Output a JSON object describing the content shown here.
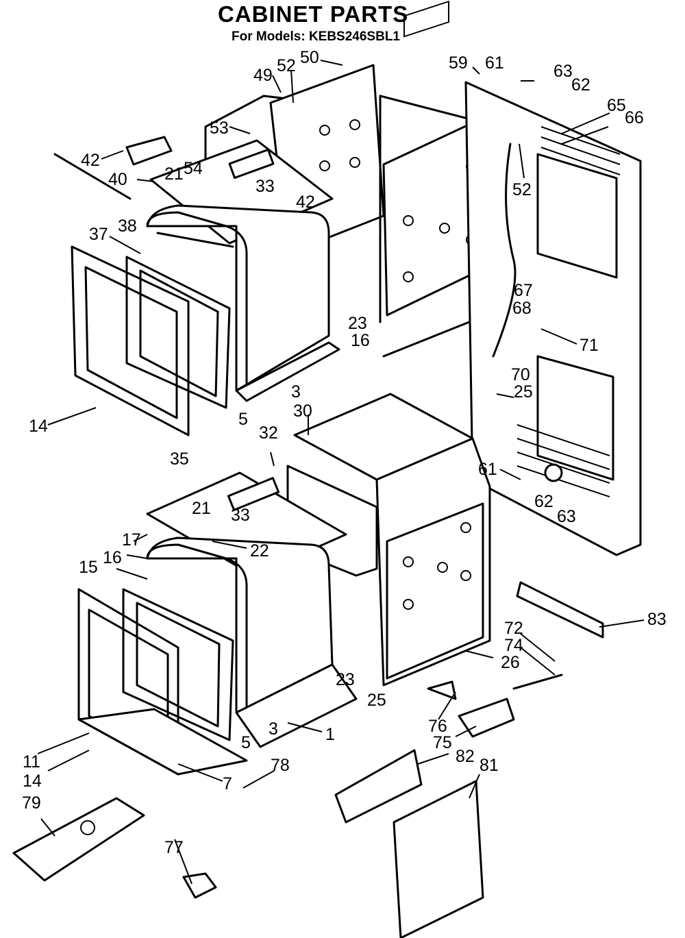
{
  "header": {
    "title": "CABINET PARTS",
    "subtitle": "For Models: KEBS246SBL1"
  },
  "labels": {
    "p1": "1",
    "p3a": "3",
    "p3b": "3",
    "p5a": "5",
    "p5b": "5",
    "p7": "7",
    "p11": "11",
    "p14a": "14",
    "p14b": "14",
    "p15": "15",
    "p16a": "16",
    "p16b": "16",
    "p17": "17",
    "p21a": "21",
    "p21b": "21",
    "p22": "22",
    "p23a": "23",
    "p23b": "23",
    "p25a": "25",
    "p25b": "25",
    "p26": "26",
    "p30": "30",
    "p32": "32",
    "p33a": "33",
    "p33b": "33",
    "p35": "35",
    "p37": "37",
    "p38": "38",
    "p40": "40",
    "p42a": "42",
    "p42b": "42",
    "p49": "49",
    "p50": "50",
    "p52a": "52",
    "p52b": "52",
    "p53": "53",
    "p54": "54",
    "p59": "59",
    "p61a": "61",
    "p61b": "61",
    "p62a": "62",
    "p62b": "62",
    "p63a": "63",
    "p63b": "63",
    "p65": "65",
    "p66": "66",
    "p67": "67",
    "p68": "68",
    "p70": "70",
    "p71": "71",
    "p72": "72",
    "p74": "74",
    "p75": "75",
    "p76": "76",
    "p77": "77",
    "p78": "78",
    "p79": "79",
    "p81": "81",
    "p82": "82",
    "p83": "83"
  }
}
